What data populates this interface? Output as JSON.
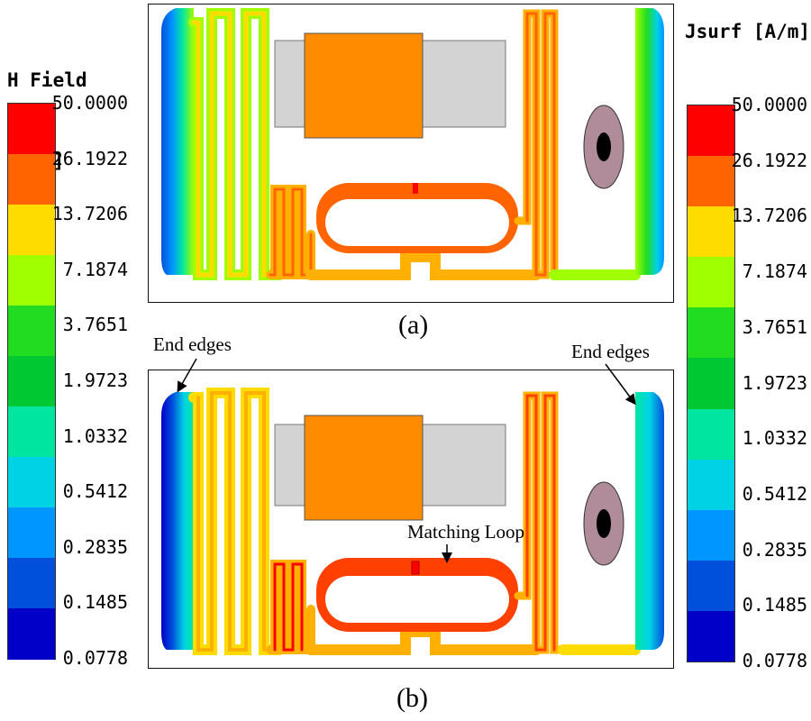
{
  "left_legend": {
    "title_line1": "H Field",
    "title_line2": "[A/m]",
    "ticks": [
      "50.0000",
      "26.1922",
      "13.7206",
      "7.1874",
      "3.7651",
      "1.9723",
      "1.0332",
      "0.5412",
      "0.2835",
      "0.1485",
      "0.0778"
    ]
  },
  "right_legend": {
    "title": "Jsurf [A/m]",
    "ticks": [
      "50.0000",
      "26.1922",
      "13.7206",
      "7.1874",
      "3.7651",
      "1.9723",
      "1.0332",
      "0.5412",
      "0.2835",
      "0.1485",
      "0.0778"
    ]
  },
  "colormap": [
    "#ff0000",
    "#ff6400",
    "#ffdc00",
    "#a0ff00",
    "#22dc22",
    "#00c832",
    "#00e6a0",
    "#00d2e6",
    "#0096ff",
    "#0050dc",
    "#0000c8"
  ],
  "panel_a": {
    "caption": "(a)"
  },
  "panel_b": {
    "caption": "(b)",
    "annotations": {
      "end_edges_left": "End edges",
      "end_edges_right": "End edges",
      "matching_loop": "Matching Loop"
    }
  },
  "colors": {
    "chip": "#ff8c00",
    "strap": "#d3d3d3",
    "hole_ring": "#b08c9a",
    "hole": "#000000"
  }
}
